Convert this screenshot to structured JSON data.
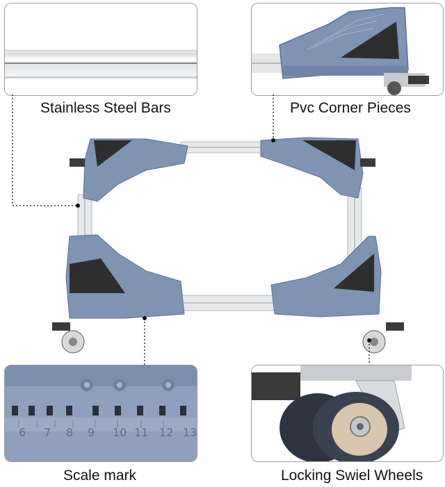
{
  "features": [
    {
      "id": "bars",
      "label": "Stainless Steel Bars"
    },
    {
      "id": "corners",
      "label": "Pvc Corner Pieces"
    },
    {
      "id": "scale",
      "label": "Scale mark"
    },
    {
      "id": "wheels",
      "label": "Locking Swiel Wheels"
    }
  ],
  "scale_numbers": [
    "6",
    "7",
    "8",
    "9",
    "10",
    "11",
    "12",
    "13"
  ],
  "colors": {
    "pvc_blue": "#7f93b3",
    "pvc_blue_dark": "#5d7096",
    "pad_black": "#2e2e2e",
    "steel": "#e6e8ea",
    "leader": "#333333",
    "panel_border": "#9a9a9a"
  }
}
